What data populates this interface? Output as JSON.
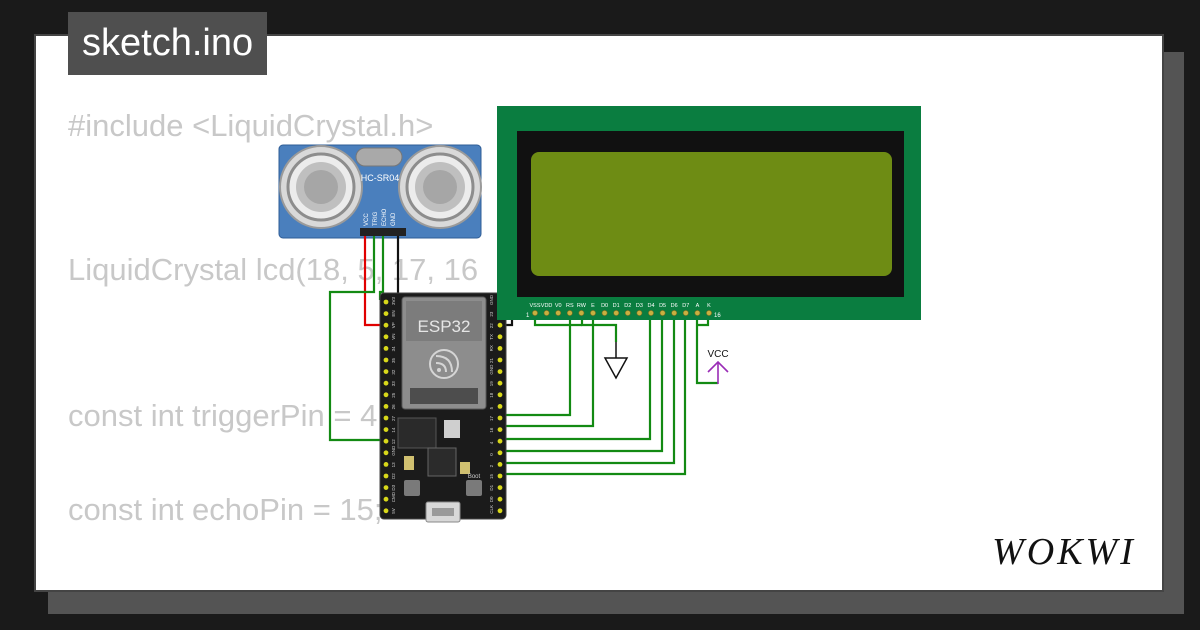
{
  "tab": {
    "filename": "sketch.ino"
  },
  "code": {
    "lines": [
      "#include <LiquidCrystal.h>",
      "LiquidCrystal lcd(18, 5, 17, 16",
      "const int triggerPin = 4",
      "const int echoPin = 15;"
    ]
  },
  "sensor": {
    "name": "HC-SR04",
    "pins": [
      "VCC",
      "TRIG",
      "ECHO",
      "GND"
    ]
  },
  "mcu": {
    "name": "ESP32",
    "boot_label": "Boot",
    "left_pins": [
      "3V3",
      "EN",
      "VP",
      "VN",
      "34",
      "35",
      "32",
      "33",
      "25",
      "26",
      "27",
      "14",
      "12",
      "GND",
      "13",
      "D2",
      "D3",
      "CMD",
      "5V"
    ],
    "right_pins": [
      "GND",
      "23",
      "22",
      "TX",
      "RX",
      "21",
      "GND",
      "19",
      "18",
      "5",
      "17",
      "16",
      "4",
      "0",
      "2",
      "15",
      "D1",
      "D0",
      "CLK"
    ]
  },
  "lcd": {
    "pins": [
      "VSS",
      "VDD",
      "V0",
      "RS",
      "RW",
      "E",
      "D0",
      "D1",
      "D2",
      "D3",
      "D4",
      "D5",
      "D6",
      "D7",
      "A",
      "K"
    ],
    "first_index": "1",
    "last_index": "16"
  },
  "labels": {
    "vcc": "VCC"
  },
  "brand": {
    "name": "WOKWI"
  },
  "colors": {
    "background": "#1a1a1a",
    "card": "#ffffff",
    "lcd_board": "#0a7d40",
    "lcd_screen": "#6e8c14",
    "wire_green": "#138a13",
    "wire_red": "#e00000",
    "vcc_purple": "#9a2cb6"
  },
  "icons": [
    "ground-icon",
    "vcc-arrow-icon",
    "espressif-logo-icon",
    "usb-port-icon"
  ]
}
